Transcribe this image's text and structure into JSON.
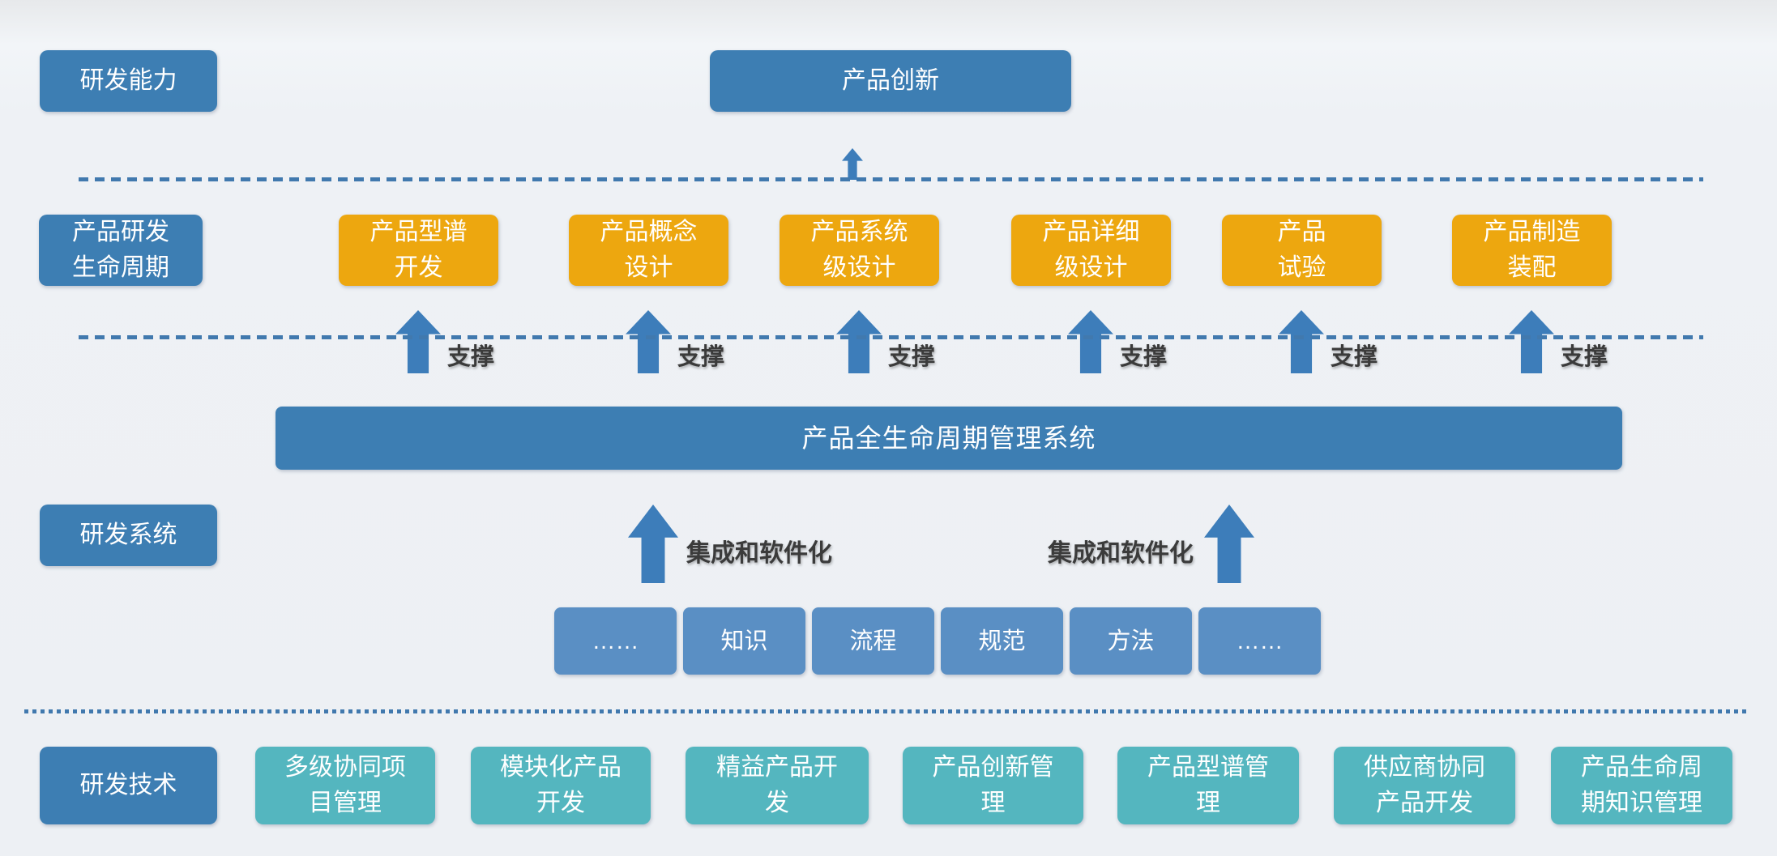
{
  "colors": {
    "steel_blue": "#3d7eb3",
    "orange": "#eda70f",
    "medium_blue": "#5a8fc4",
    "teal": "#54b6bf",
    "arrow_blue": "#3d7dba",
    "dashed_line_blue": "#4179ae",
    "dark_text": "#3b3b3b",
    "background": "#edf0f4"
  },
  "capability_row": {
    "label": "研发能力",
    "innovation_box": "产品创新"
  },
  "lifecycle_row": {
    "label": "产品研发\n生命周期",
    "support_label": "支撑",
    "stages": [
      "产品型谱\n开发",
      "产品概念\n设计",
      "产品系统\n级设计",
      "产品详细\n级设计",
      "产品\n试验",
      "产品制造\n装配"
    ]
  },
  "system_row": {
    "label": "研发系统",
    "plm_bar": "产品全生命周期管理系统",
    "integration_label": "集成和软件化",
    "elements": [
      "……",
      "知识",
      "流程",
      "规范",
      "方法",
      "……"
    ]
  },
  "technology_row": {
    "label": "研发技术",
    "items": [
      "多级协同项\n目管理",
      "模块化产品\n开发",
      "精益产品开\n发",
      "产品创新管\n理",
      "产品型谱管\n理",
      "供应商协同\n产品开发",
      "产品生命周\n期知识管理"
    ]
  }
}
